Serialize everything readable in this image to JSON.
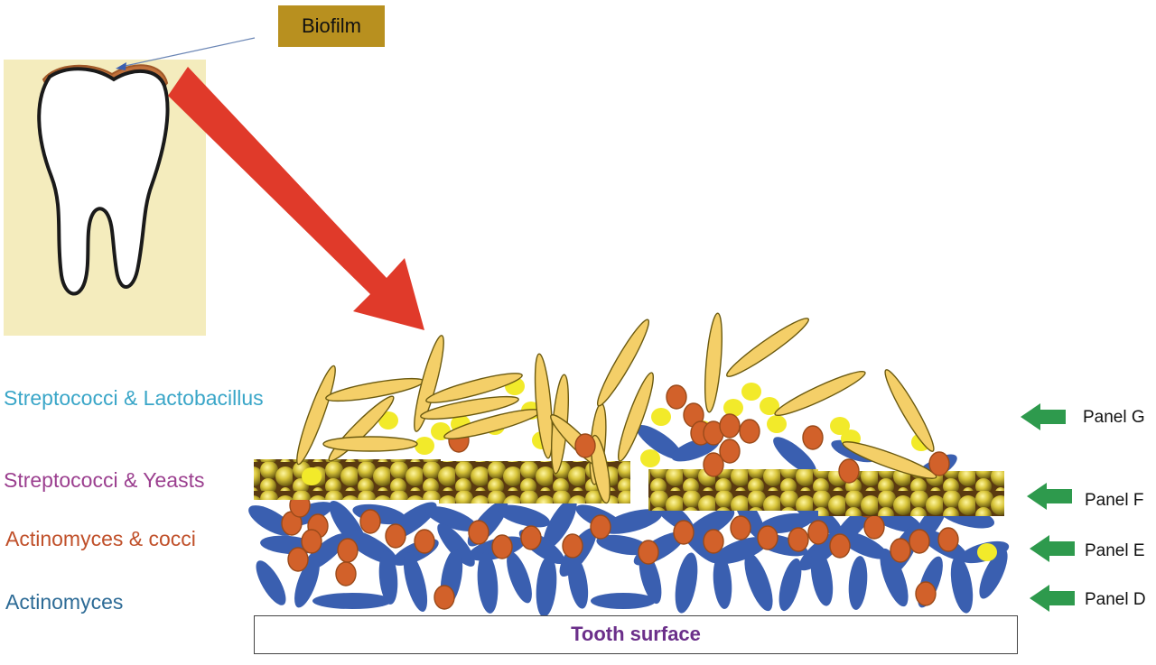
{
  "callout": {
    "label": "Biofilm"
  },
  "surface": {
    "label": "Tooth surface"
  },
  "layers": [
    {
      "label": "Streptococci & Lactobacillus",
      "panel": "Panel G"
    },
    {
      "label": "Streptococci & Yeasts",
      "panel": "Panel F"
    },
    {
      "label": "Actinomyces & cocci",
      "panel": "Panel E"
    },
    {
      "label": "Actinomyces",
      "panel": "Panel D"
    }
  ],
  "colors": {
    "streptococci_lactobacillus_label": "#3aa6c8",
    "streptococci_yeasts_label": "#9b3f8f",
    "actinomyces_cocci_label": "#c0502a",
    "actinomyces_label": "#2d6b96",
    "surface_label": "#6b2f8a",
    "big_arrow": "#e03a2a",
    "panel_arrow": "#2e9a4d",
    "tooth_background": "#f4ecbd",
    "callout_fill": "#b8901f",
    "actinomyces_rod": "#3a5fb0",
    "coccus": "#d2612a",
    "lactobacillus": "#f4cf68",
    "yeast": "#f2ea2a"
  }
}
